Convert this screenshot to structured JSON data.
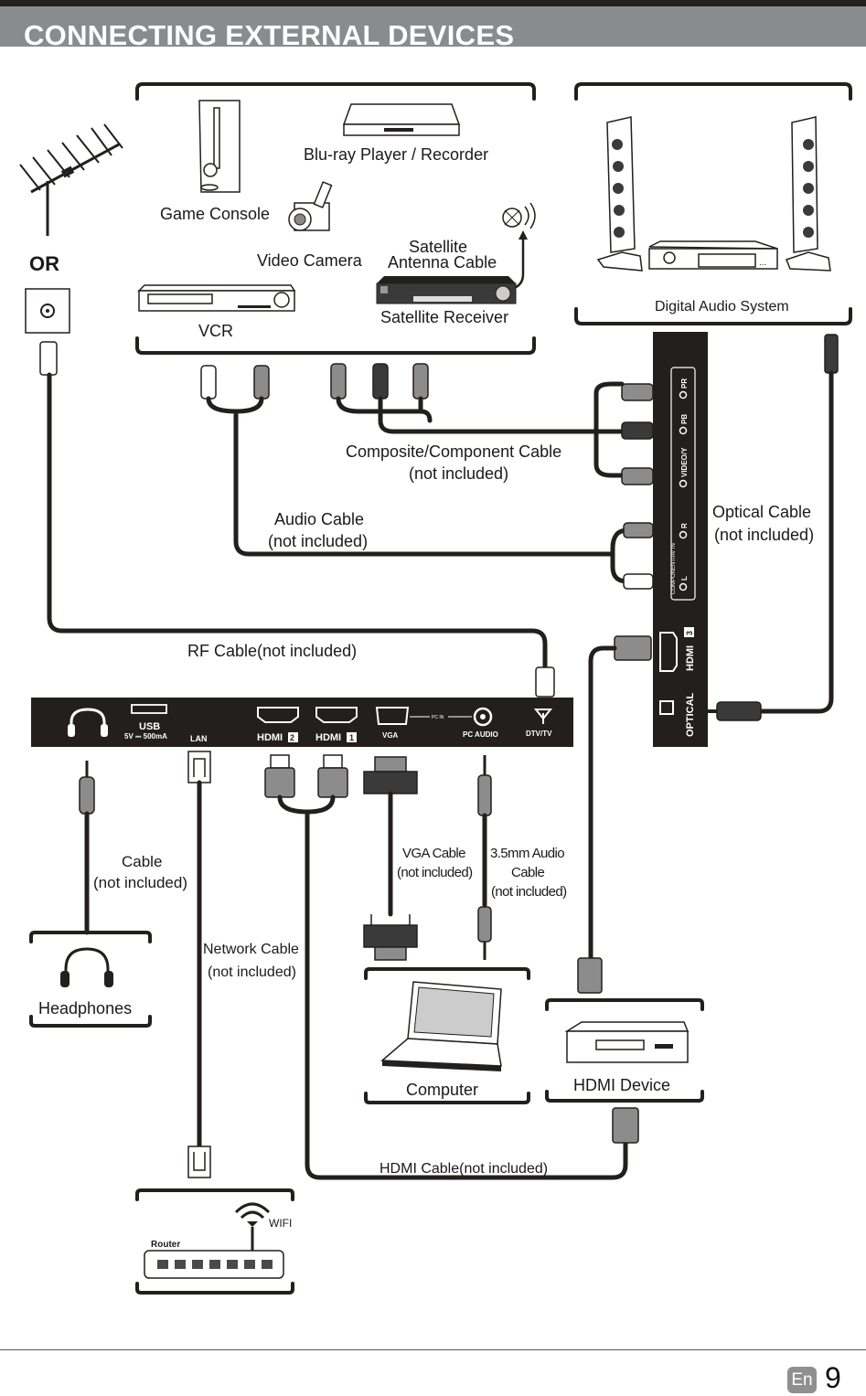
{
  "header": {
    "title": "CONNECTING EXTERNAL DEVICES"
  },
  "antenna": {
    "or_label": "OR"
  },
  "source_devices": {
    "blu_ray": "Blu-ray Player / Recorder",
    "game_console": "Game Console",
    "video_camera": "Video Camera",
    "satellite_cable_line1": "Satellite",
    "satellite_cable_line2": "Antenna Cable",
    "satellite_receiver": "Satellite Receiver",
    "vcr": "VCR"
  },
  "audio_system": {
    "label": "Digital Audio System"
  },
  "side_panel": {
    "group_label": "COMPONENT/AV IN",
    "ports": [
      "PR",
      "PB",
      "VIDEO/Y",
      "R",
      "L"
    ],
    "hdmi3": "HDMI",
    "hdmi3_num": "3",
    "optical": "OPTICAL"
  },
  "cables": {
    "composite_line1": "Composite/Component Cable",
    "composite_line2": "(not included)",
    "audio_line1": "Audio Cable",
    "audio_line2": "(not included)",
    "optical_line1": "Optical Cable",
    "optical_line2": "(not included)",
    "rf": "RF Cable(not included)",
    "headphone_line1": "Cable",
    "headphone_line2": "(not included)",
    "network_line1": "Network Cable",
    "network_line2": "(not included)",
    "vga_line1": "VGA Cable",
    "vga_line2": "(not included)",
    "audio35_line1": "3.5mm Audio",
    "audio35_line2": "Cable",
    "audio35_line3": "(not included)",
    "hdmi": "HDMI Cable(not included)"
  },
  "bottom_panel": {
    "usb": "USB",
    "usb_rating": "5V ⎓ 500mA",
    "lan": "LAN",
    "hdmi2": "HDMI",
    "hdmi2_num": "2",
    "hdmi1": "HDMI",
    "hdmi1_num": "1",
    "vga": "VGA",
    "pc_in": "PC IN",
    "pc_audio": "PC  AUDIO",
    "dtv": "DTV/TV"
  },
  "target_devices": {
    "headphones": "Headphones",
    "computer": "Computer",
    "hdmi_device": "HDMI Device",
    "router": "Router",
    "wifi": "WIFI"
  },
  "footer": {
    "language": "En",
    "page_number": "9"
  }
}
